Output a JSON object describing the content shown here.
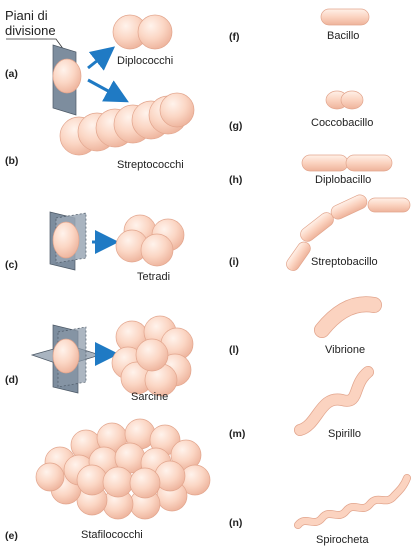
{
  "caption": {
    "line1": "Piani di",
    "line2": "divisione"
  },
  "colors": {
    "cell_fill": "#fbd6c4",
    "cell_edge": "#e2a58d",
    "plane": "#7d8d9e",
    "arrow": "#1f7ac4"
  },
  "panels": [
    {
      "letter": "(a)",
      "label": "Diplococchi"
    },
    {
      "letter": "(b)",
      "label": "Streptococchi"
    },
    {
      "letter": "(c)",
      "label": "Tetradi"
    },
    {
      "letter": "(d)",
      "label": "Sarcine"
    },
    {
      "letter": "(e)",
      "label": "Stafilococchi"
    },
    {
      "letter": "(f)",
      "label": "Bacillo"
    },
    {
      "letter": "(g)",
      "label": "Coccobacillo"
    },
    {
      "letter": "(h)",
      "label": "Diplobacillo"
    },
    {
      "letter": "(i)",
      "label": "Streptobacillo"
    },
    {
      "letter": "(l)",
      "label": "Vibrione"
    },
    {
      "letter": "(m)",
      "label": "Spirillo"
    },
    {
      "letter": "(n)",
      "label": "Spirocheta"
    }
  ]
}
